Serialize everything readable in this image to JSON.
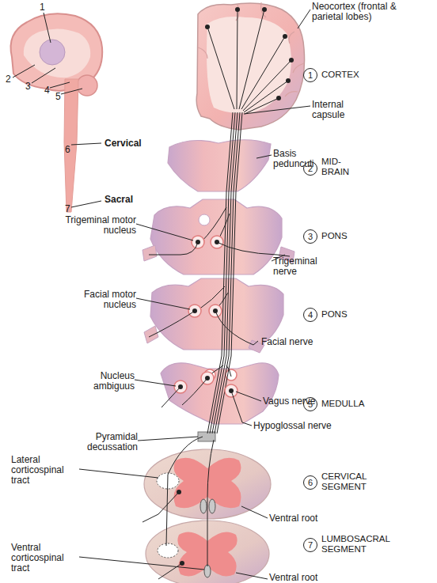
{
  "diagram": {
    "nodes": [
      {
        "text": [
          "1"
        ]
      },
      {
        "text": [
          "2"
        ]
      },
      {
        "text": [
          "3"
        ]
      },
      {
        "text": [
          "4"
        ]
      },
      {
        "text": [
          "5"
        ]
      },
      {
        "text": [
          "6"
        ]
      },
      {
        "text": [
          "7"
        ]
      }
    ],
    "labels": [
      "1",
      "Neocortex (frontal & parietal lobes)",
      "2",
      "3",
      "CORTEX",
      "Internal capsule",
      "4",
      "5",
      "6",
      "Cervical",
      "Basis pedunculi",
      "MID-BRAIN",
      "7",
      "Sacral",
      "Trigeminal motor nucleus",
      "Trigeminal nerve",
      "PONS",
      "Facial motor nucleus",
      "Facial nerve",
      "PONS",
      "Nucleus ambiguus",
      "Vagus nerve",
      "MEDULLA",
      "Hypoglossal nerve",
      "Pyramidal decussation",
      "Lateral corticospinal tract",
      "CERVICAL SEGMENT",
      "Ventral root",
      "Ventral corticospinal tract",
      "LUMBOSACRAL SEGMENT",
      "Ventral root"
    ]
  }
}
